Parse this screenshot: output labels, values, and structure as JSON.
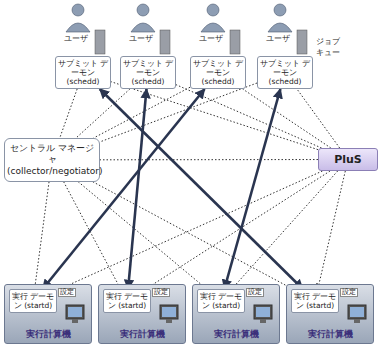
{
  "diagram": {
    "nodes": [
      {
        "text": [
          "サブミット デーモン (schedd)"
        ]
      },
      {
        "text": [
          "サブミット デーモン (schedd)"
        ]
      },
      {
        "text": [
          "サブミット デーモン (schedd)"
        ]
      },
      {
        "text": [
          "サブミット デーモン (schedd)"
        ]
      },
      {
        "text": [
          "セントラル マネージャ (collector/negotiator)"
        ]
      },
      {
        "text": [
          "PluS"
        ]
      },
      {
        "text": [
          "実行計算機"
        ]
      },
      {
        "text": [
          "実行 デーモン (startd)"
        ],
        "in": 6
      },
      {
        "text": [
          "実行計算機"
        ]
      },
      {
        "text": [
          "実行 デーモン (startd)"
        ],
        "in": 8
      },
      {
        "text": [
          "実行計算機"
        ]
      },
      {
        "text": [
          "実行 デーモン (startd)"
        ],
        "in": 10
      },
      {
        "text": [
          "実行計算機"
        ]
      },
      {
        "text": [
          "実行 デーモン (startd)"
        ],
        "in": 12
      }
    ],
    "edges": [
      {
        "from": 0,
        "to": 4,
        "arrow": "none"
      },
      {
        "from": 1,
        "to": 4,
        "arrow": "none"
      },
      {
        "from": 2,
        "to": 4,
        "arrow": "none"
      },
      {
        "from": 3,
        "to": 4,
        "arrow": "none"
      },
      {
        "from": 4,
        "to": 7,
        "arrow": "none"
      },
      {
        "from": 4,
        "to": 9,
        "arrow": "none"
      },
      {
        "from": 4,
        "to": 11,
        "arrow": "none"
      },
      {
        "from": 4,
        "to": 13,
        "arrow": "none"
      },
      {
        "from": 5,
        "to": 4,
        "arrow": "none"
      },
      {
        "from": 5,
        "to": 7,
        "arrow": "none"
      },
      {
        "from": 5,
        "to": 9,
        "arrow": "none"
      },
      {
        "from": 5,
        "to": 11,
        "arrow": "none"
      },
      {
        "from": 5,
        "to": 13,
        "arrow": "to"
      },
      {
        "from": 5,
        "to": 0,
        "arrow": "none"
      },
      {
        "from": 5,
        "to": 1,
        "arrow": "none"
      },
      {
        "from": 5,
        "to": 2,
        "arrow": "none"
      },
      {
        "from": 5,
        "to": 3,
        "arrow": "none"
      },
      {
        "from": 0,
        "to": 13,
        "arrow": "both"
      },
      {
        "from": 1,
        "to": 9,
        "arrow": "both"
      },
      {
        "from": 2,
        "to": 7,
        "arrow": "both"
      },
      {
        "from": 3,
        "to": 11,
        "arrow": "both"
      }
    ],
    "labels": [
      "ユーザ",
      "ユーザ",
      "ユーザ",
      "ユーザ",
      "ジョブ キュー",
      "設定",
      "設定",
      "設定",
      "設定"
    ]
  }
}
